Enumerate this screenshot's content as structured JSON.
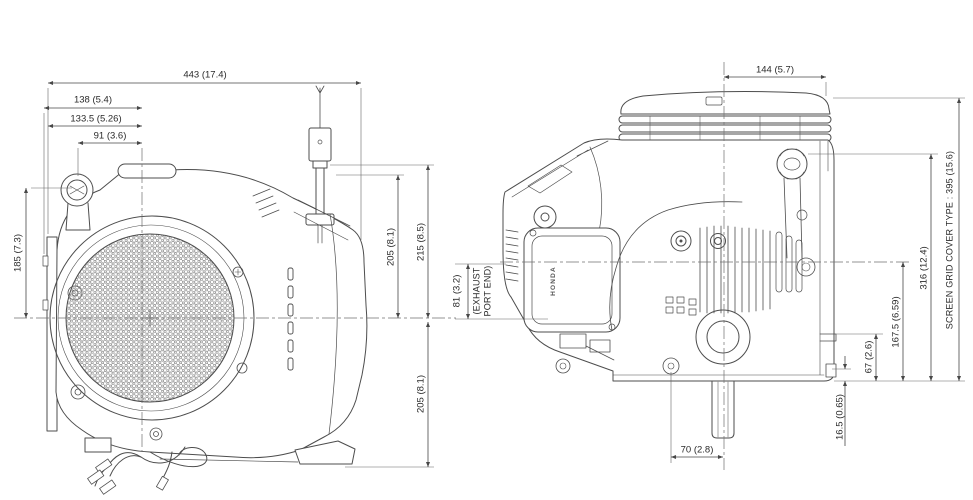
{
  "drawing": {
    "description": "Two-view engine outline dimension drawing",
    "colors": {
      "line": "#4d4d4d",
      "dimension_line": "#474747",
      "text": "#2a2a2a",
      "background": "#ffffff",
      "mesh": "#8f8f8f"
    },
    "front_view": {
      "dimensions": {
        "overall_width": "443 (17.4)",
        "width_138": "138 (5.4)",
        "width_133_5": "133.5 (5.26)",
        "width_91": "91 (3.6)",
        "height_185": "185 (7.3)",
        "height_205_upper": "205 (8.1)",
        "height_215": "215 (8.5)",
        "height_205_lower": "205 (8.1)"
      }
    },
    "side_view": {
      "brand_label": "HONDA",
      "dimensions": {
        "width_144": "144 (5.7)",
        "exhaust_height_81": "81 (3.2)",
        "exhaust_note_line1": "(EXHAUST",
        "exhaust_note_line2": "PORT END)",
        "shaft_offset_70": "70 (2.8)",
        "height_16_5": "16.5 (0.65)",
        "height_67": "67 (2.6)",
        "height_167_5": "167.5 (6.59)",
        "height_316": "316 (12.4)",
        "screen_grid_cover_height": "SCREEN GRID COVER TYPE : 395 (15.6)"
      }
    }
  }
}
